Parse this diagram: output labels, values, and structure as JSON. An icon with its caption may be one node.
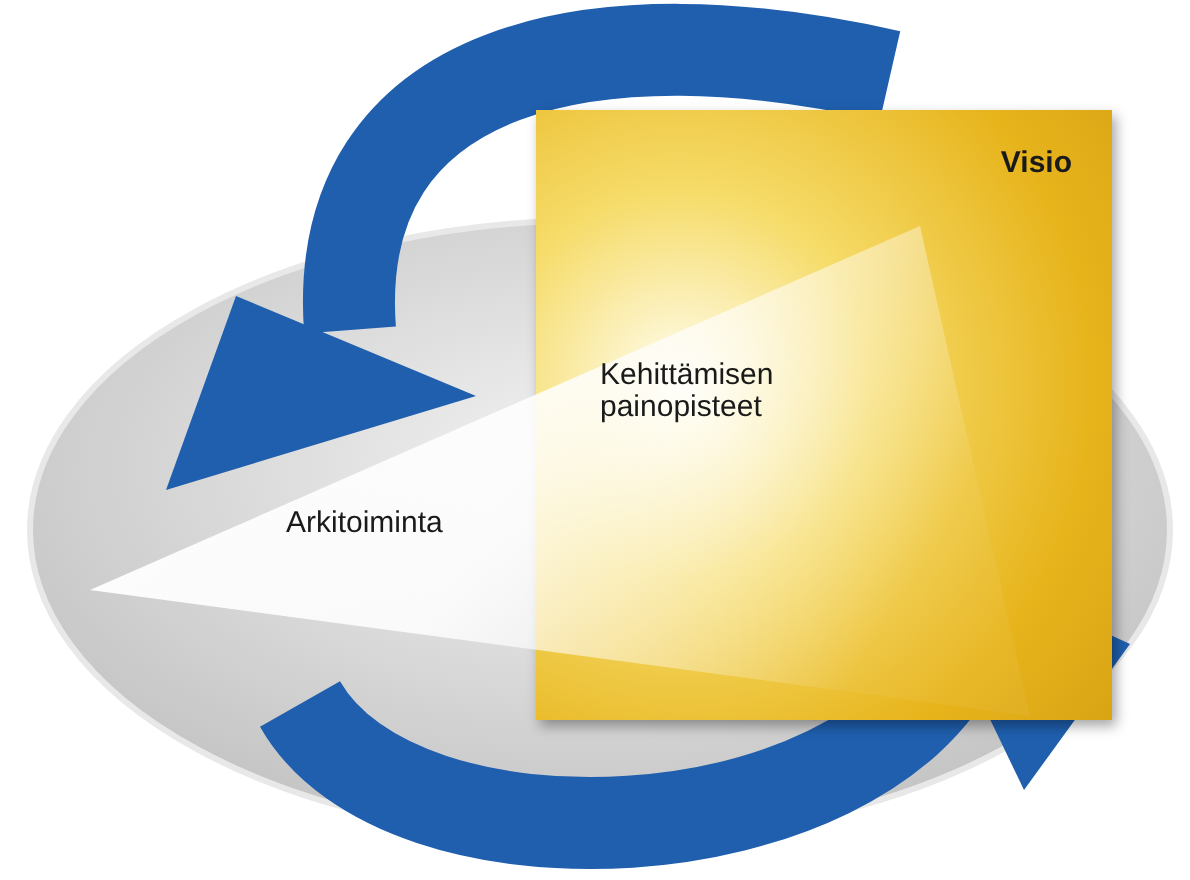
{
  "diagram": {
    "nodes": [
      {
        "text": [
          "Visio"
        ]
      },
      {
        "text": [
          "Arkitoiminta"
        ]
      }
    ],
    "labels": [
      "Kehittämisen painopisteet"
    ]
  }
}
